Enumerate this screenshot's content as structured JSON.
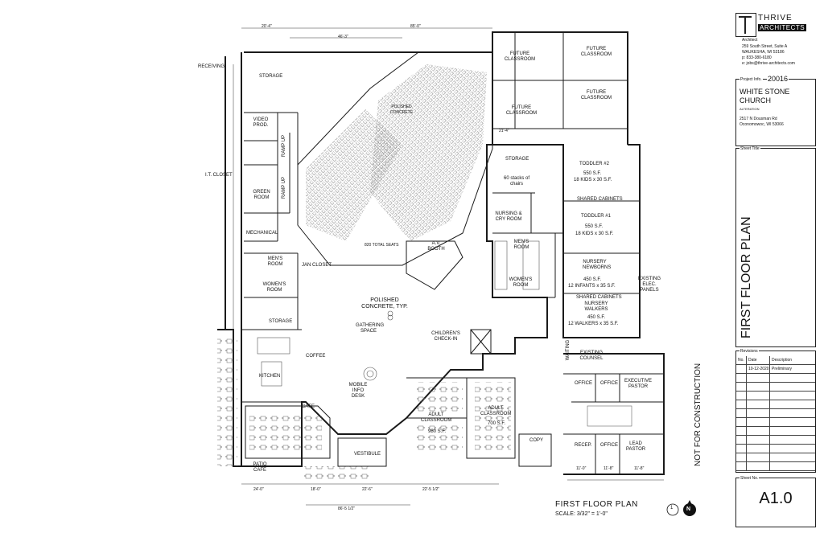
{
  "drawing": {
    "title": "FIRST FLOOR PLAN",
    "scale": "SCALE: 3/32\" = 1'-0\"",
    "detail_number": "1",
    "north": "N"
  },
  "rooms": {
    "receiving": "RECEIVING",
    "storage_top": "STORAGE",
    "video_prod": "VIDEO PROD.",
    "it_closet": "I.T. CLOSET",
    "green_room": "GREEN ROOM",
    "ramp_up_1": "RAMP UP",
    "ramp_up_2": "RAMP UP",
    "mechanical": "MECHANICAL",
    "mens_room_left": "MEN'S ROOM",
    "womens_room_left": "WOMEN'S ROOM",
    "jan_closet": "JAN CLOSET",
    "storage_mid": "STORAGE",
    "kitchen": "KITCHEN",
    "coffee": "COFFEE",
    "cafe": "CAFE",
    "patio_cafe": "PATIO CAFE",
    "polished_concrete_top": "POLISHED CONCRETE",
    "total_seats": "820 TOTAL SEATS",
    "av_booth": "A.V. BOOTH",
    "polished_concrete_typ": "POLISHED CONCRETE, TYP.",
    "gathering_space": "GATHERING SPACE",
    "childrens_checkin": "CHILDREN'S CHECK-IN",
    "mobile_info_desk": "MOBILE INFO DESK",
    "adult_classroom_1": "ADULT CLASSROOM",
    "adult_classroom_1_sf": "980 S.F.",
    "adult_classroom_2": "ADULT CLASSROOM",
    "adult_classroom_2_sf": "700 S.F.",
    "vestibule": "VESTIBULE",
    "copy": "COPY",
    "future_classroom_1": "FUTURE CLASSROOM",
    "future_classroom_2": "FUTURE CLASSROOM",
    "future_classroom_3": "FUTURE CLASSROOM",
    "future_classroom_4": "FUTURE CLASSROOM",
    "storage_right": "STORAGE",
    "stacks": "60 stacks of chairs",
    "nursing_cry": "NURSING & CRY ROOM",
    "mens_room_right": "MEN'S ROOM",
    "womens_room_right": "WOMEN'S ROOM",
    "toddler2": "TODDLER #2",
    "toddler2_sf": "550 S.F.",
    "toddler2_cap": "18 KIDS x 30 S.F.",
    "shared_cabinets_1": "SHARED CABINETS",
    "toddler1": "TODDLER #1",
    "toddler1_sf": "550 S.F.",
    "toddler1_cap": "18 KIDS x 30 S.F.",
    "nursery_newborns": "NURSERY NEWBORNS",
    "newborns_sf": "450 S.F.",
    "newborns_cap": "12 INFANTS x 35 S.F.",
    "shared_cabinets_2": "SHARED CABINETS",
    "nursery_walkers": "NURSERY WALKERS",
    "walkers_sf": "450 S.F.",
    "walkers_cap": "12 WALKERS x 35 S.F.",
    "existing_panels": "EXISTING ELEC. PANELS",
    "waiting": "WAITING",
    "existing_counsel": "EXISTING COUNSEL",
    "office_1": "OFFICE",
    "office_2": "OFFICE",
    "executive_pastor": "EXECUTIVE PASTOR",
    "recep": "RECEP.",
    "office_3": "OFFICE",
    "lead_pastor": "LEAD PASTOR"
  },
  "dimensions": {
    "d1": "20'-4\"",
    "d2": "46'-3\"",
    "d3": "85'-0\"",
    "d4": "21'-4\"",
    "d5": "24'-0\"",
    "d6": "18'-0\"",
    "d7": "22'-6\"",
    "d8": "22'-5 1/2\"",
    "d9": "86'-5 1/2\"",
    "d10": "11'-0\"",
    "d11": "11'-8\"",
    "d12": "11'-8\""
  },
  "titleblock": {
    "firm_name_1": "THRIVE",
    "firm_name_2": "ARCHITECTS",
    "firm_role": "Architect",
    "address_1": "259 South Street, Suite A",
    "address_2": "WAUKESHA, WI 53186",
    "phone": "p: 833-380-6180",
    "email": "e: jobs@thrive-architects.com",
    "project_info_label": "Project Info.",
    "project_number": "20016",
    "project_name_1": "WHITE STONE",
    "project_name_2": "CHURCH",
    "project_type": "ALTERATION",
    "project_address_1": "2517 N Dousman Rd",
    "project_address_2": "Oconomowoc, WI 53066",
    "sheet_title_label": "Sheet Title",
    "sheet_title": "FIRST FLOOR PLAN",
    "revisions_label": "Revisions",
    "rev_headers": [
      "No.",
      "Date",
      "Description"
    ],
    "rev_rows": [
      {
        "no": "",
        "date": "10-12-2020",
        "desc": "Preliminary"
      }
    ],
    "sheet_no_label": "Sheet No.",
    "sheet_no": "A1.0",
    "not_for_construction": "NOT FOR CONSTRUCTION"
  },
  "colors": {
    "line": "#1a1a1a",
    "brand": "#2e7d32"
  }
}
